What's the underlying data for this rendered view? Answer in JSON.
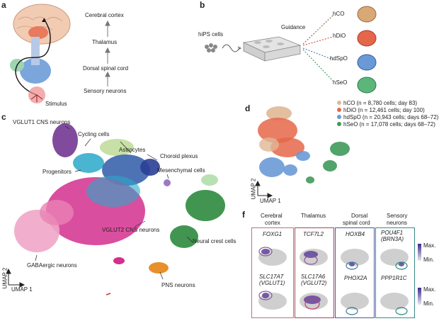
{
  "panels": {
    "a": {
      "label": "a",
      "pathway": [
        "Cerebral cortex",
        "Thalamus",
        "Dorsal spinal cord",
        "Sensory neurons"
      ],
      "stimulus": "Stimulus"
    },
    "b": {
      "label": "b",
      "source": "hiPS cells",
      "guidance": "Guidance",
      "organoids": [
        {
          "name": "hCO",
          "color": "#d9a877"
        },
        {
          "name": "hDiO",
          "color": "#e5674a"
        },
        {
          "name": "hdSpO",
          "color": "#6a9ad6"
        },
        {
          "name": "hSeO",
          "color": "#5cb67a"
        }
      ]
    },
    "c": {
      "label": "c",
      "clusters": [
        "VGLUT1 CNS neurons",
        "Cycling cells",
        "Astrocytes",
        "Choroid plexus",
        "Progenitors",
        "Mesenchymal cells",
        "VGLUT2 CNS neurons",
        "Neural crest cells",
        "GABAergic neurons",
        "PNS neurons"
      ],
      "axis_y": "UMAP 2",
      "axis_x": "UMAP 1",
      "colors": {
        "vglut1": "#6a2c8c",
        "cycling": "#b8d88e",
        "astro": "#2f5aa8",
        "choroid": "#2a3f96",
        "progen": "#2aa8c8",
        "mesen": "#9a7ac8",
        "vglut2": "#d42f8e",
        "gaba": "#f0a6c8",
        "ncc": "#2e8a3e",
        "pns": "#e8902a"
      }
    },
    "d": {
      "label": "d",
      "legend": [
        {
          "name": "hCO",
          "detail": "(n = 8,780 cells; day 83)",
          "color": "#e0b896"
        },
        {
          "name": "hDiO",
          "detail": "(n = 12,461 cells; day 100)",
          "color": "#e5674a"
        },
        {
          "name": "hdSpO",
          "detail": "(n = 20,943 cells; days 68–72)",
          "color": "#6a9ad6"
        },
        {
          "name": "hSeO",
          "detail": "(n = 17,078 cells; days 68–72)",
          "color": "#3f9a5a"
        }
      ],
      "axis_y": "UMAP 2",
      "axis_x": "UMAP 1"
    },
    "f": {
      "label": "f",
      "columns": [
        {
          "title1": "Cerebral",
          "title2": "cortex",
          "color": "#b07878",
          "gene1": "FOXG1",
          "gene2a": "SLC17A7",
          "gene2b": "(VGLUT1)"
        },
        {
          "title1": "Thalamus",
          "title2": "",
          "color": "#a04a5a",
          "gene1": "TCF7L2",
          "gene2a": "SLC17A6",
          "gene2b": "(VGLUT2)"
        },
        {
          "title1": "Dorsal",
          "title2": "spinal cord",
          "color": "#4a5a9a",
          "gene1": "HOXB4",
          "gene2a": "PHOX2A",
          "gene2b": ""
        },
        {
          "title1": "Sensory",
          "title2": "neurons",
          "color": "#3a8a8a",
          "gene1": "POU4F1",
          "gene1b": "(BRN3A)",
          "gene2a": "PPP1R1C",
          "gene2b": ""
        }
      ],
      "scale_max": "Max.",
      "scale_min": "Min."
    }
  }
}
